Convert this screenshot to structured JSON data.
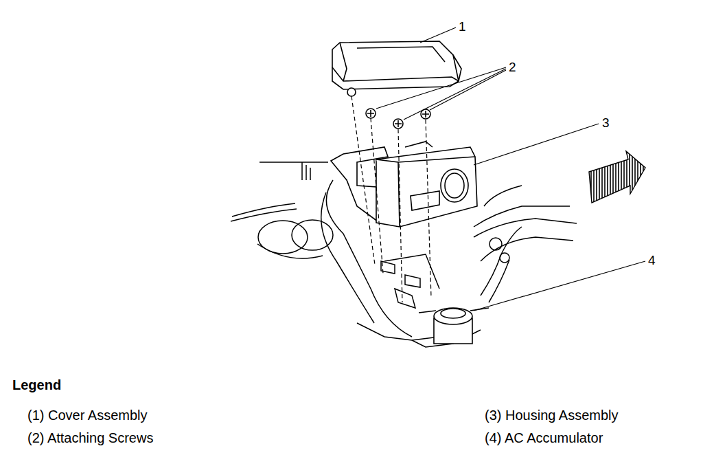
{
  "diagram": {
    "labels": [
      "1",
      "2",
      "3",
      "4",
      "Legend"
    ],
    "legend": [
      {
        "text": "(1) Cover Assembly"
      },
      {
        "text": "(2) Attaching Screws"
      },
      {
        "text": "(3) Housing Assembly"
      },
      {
        "text": "(4) AC Accumulator"
      }
    ]
  }
}
